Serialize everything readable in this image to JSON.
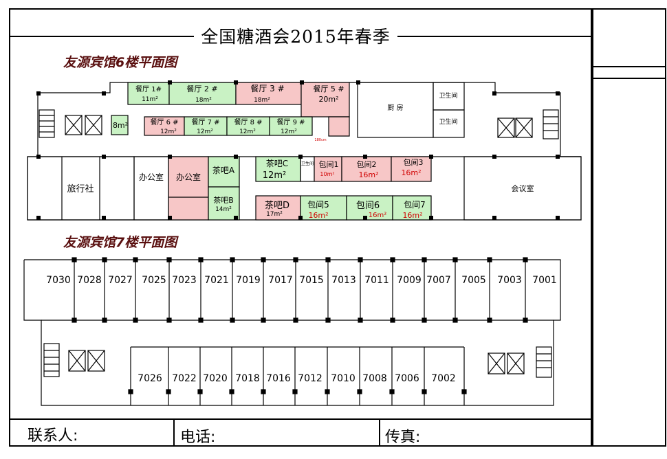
{
  "header": {
    "title": "全国糖酒会2015年春季"
  },
  "floor6": {
    "title": "友源宾馆6楼平面图",
    "rooms": [
      {
        "id": "c1",
        "name": "餐厅 1#",
        "area": "11m²",
        "color": "green"
      },
      {
        "id": "c2",
        "name": "餐厅  2  #",
        "area": "18m²",
        "color": "green"
      },
      {
        "id": "c3",
        "name": "餐厅  3  #",
        "area": "18m²",
        "color": "pink"
      },
      {
        "id": "c5",
        "name": "餐厅  5  #",
        "area": "20m²",
        "color": "pink"
      },
      {
        "id": "c6",
        "name": "餐厅  6  #",
        "area": "12m²",
        "color": "pink"
      },
      {
        "id": "c7",
        "name": "餐厅  7  #",
        "area": "12m²",
        "color": "green"
      },
      {
        "id": "c8",
        "name": "餐厅  8  #",
        "area": "12m²",
        "color": "green"
      },
      {
        "id": "c9",
        "name": "餐厅  9  #",
        "area": "12m²",
        "color": "green"
      },
      {
        "id": "r8",
        "name": "",
        "area": "8m²",
        "color": "green"
      },
      {
        "id": "kitchen",
        "name": "厨  房",
        "area": "",
        "color": "white"
      },
      {
        "id": "wc1",
        "name": "卫生间",
        "area": "",
        "color": "white"
      },
      {
        "id": "wc2",
        "name": "卫生间",
        "area": "",
        "color": "white"
      },
      {
        "id": "travel",
        "name": "旅行社",
        "area": "",
        "color": "white"
      },
      {
        "id": "office1",
        "name": "办公室",
        "area": "",
        "color": "white"
      },
      {
        "id": "office2",
        "name": "办公室",
        "area": "",
        "color": "pink"
      },
      {
        "id": "chaA",
        "name": "茶吧A",
        "area": "",
        "color": "green"
      },
      {
        "id": "chaB",
        "name": "茶吧B",
        "area": "14m²",
        "color": "green"
      },
      {
        "id": "chaC",
        "name": "茶吧C",
        "area": "12m²",
        "color": "green"
      },
      {
        "id": "chaD",
        "name": "茶吧D",
        "area": "17m²",
        "color": "pink"
      },
      {
        "id": "wc3",
        "name": "卫生间",
        "area": "",
        "color": "white"
      },
      {
        "id": "b1",
        "name": "包间1",
        "area": "10m²",
        "color": "pink"
      },
      {
        "id": "b2",
        "name": "包间2",
        "area": "16m²",
        "color": "pink"
      },
      {
        "id": "b3",
        "name": "包间3",
        "area": "16m²",
        "color": "pink"
      },
      {
        "id": "b5",
        "name": "包间5",
        "area": "16m²",
        "color": "green"
      },
      {
        "id": "b6",
        "name": "包间6",
        "area": "16m²",
        "color": "green"
      },
      {
        "id": "b7",
        "name": "包间7",
        "area": "16m²",
        "color": "green"
      },
      {
        "id": "meeting",
        "name": "会议室",
        "area": "",
        "color": "white"
      }
    ],
    "note": "180cm"
  },
  "floor7": {
    "title": "友源宾馆7楼平面图",
    "top_rooms": [
      "7030",
      "7028",
      "7027",
      "7025",
      "7023",
      "7021",
      "7019",
      "7017",
      "7015",
      "7013",
      "7011",
      "7009",
      "7007",
      "7005",
      "7003",
      "7001"
    ],
    "bottom_rooms": [
      "7026",
      "7022",
      "7020",
      "7018",
      "7016",
      "7012",
      "7010",
      "7008",
      "7006",
      "7002"
    ]
  },
  "footer": {
    "contact_label": "联系人:",
    "phone_label": "电话:",
    "fax_label": "传真:"
  },
  "colors": {
    "green": "#c9f2c4",
    "pink": "#f7c7c7",
    "white": "#ffffff",
    "title": "#5a1010"
  }
}
